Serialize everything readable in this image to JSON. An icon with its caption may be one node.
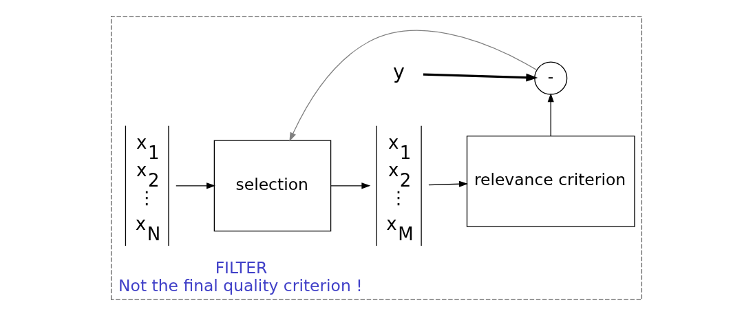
{
  "diagram": {
    "nodes": [
      {
        "text": [
          "FILTER",
          "Not the final quality criterion !"
        ]
      },
      {
        "text": [
          "x$_{1}$",
          "x$_{2}$",
          "⋮",
          "x$_{N}$"
        ],
        "in": 0
      },
      {
        "text": [
          "selection"
        ],
        "in": 0
      },
      {
        "text": [
          "x$_{1}$",
          "x$_{2}$",
          "⋮",
          "x$_{M}$"
        ],
        "in": 0
      },
      {
        "text": [
          "relevance criterion"
        ],
        "in": 0
      },
      {
        "text": [
          "-"
        ],
        "in": 0
      },
      {
        "text": [
          "y"
        ],
        "in": 0
      }
    ],
    "edges": [
      {
        "from": 1,
        "to": 2,
        "arrow": "to"
      },
      {
        "from": 2,
        "to": 3,
        "arrow": "to"
      },
      {
        "from": 3,
        "to": 4,
        "arrow": "to"
      },
      {
        "from": 4,
        "to": 5,
        "arrow": "to"
      },
      {
        "from": 6,
        "to": 5,
        "arrow": "to",
        "style": "thick"
      },
      {
        "from": 5,
        "to": 2,
        "arrow": "to",
        "color": "#808080"
      }
    ]
  }
}
